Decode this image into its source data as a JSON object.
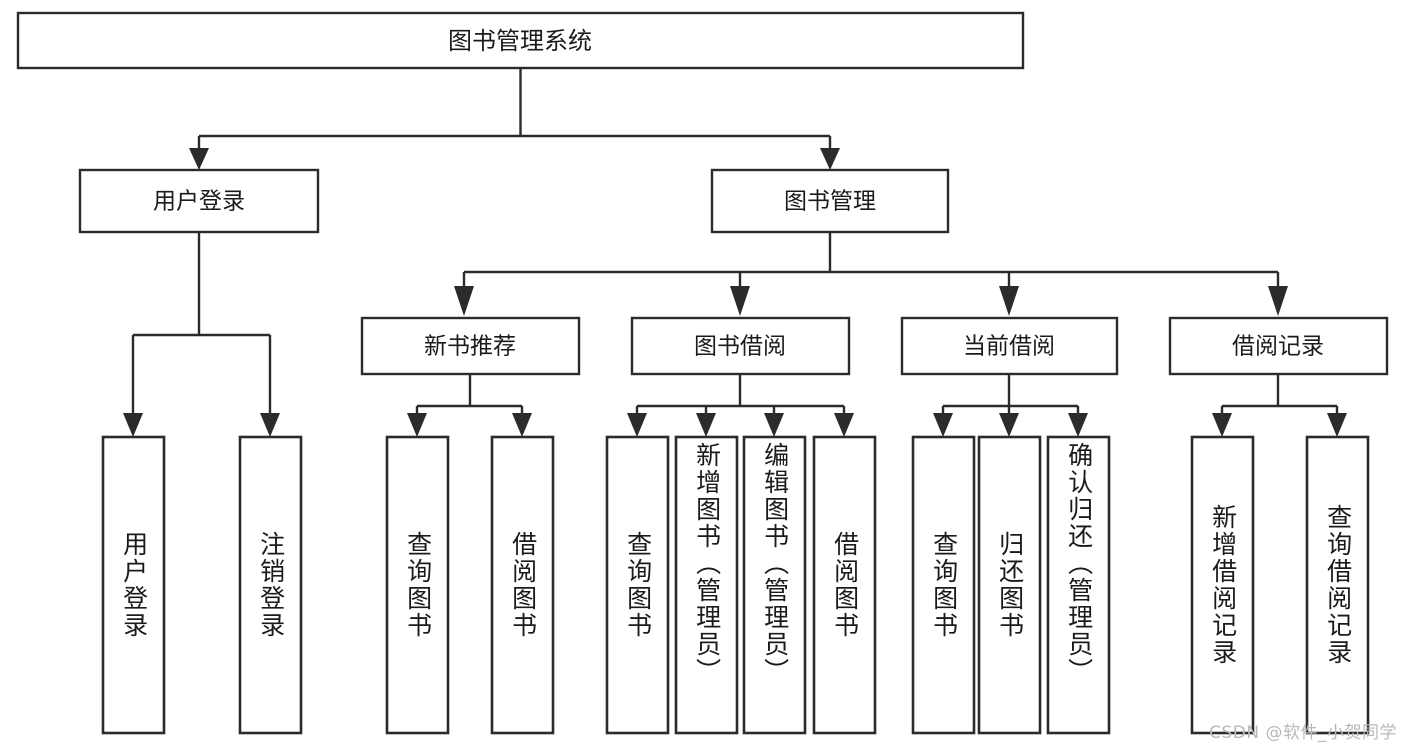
{
  "diagram": {
    "title": "图书管理系统",
    "watermark": "CSDN @软件_小贺同学",
    "colors": {
      "stroke": "#2b2b2b",
      "fill": "#ffffff",
      "text": "#1b1b1b",
      "watermark": "#b9b9b9",
      "background": "#ffffff"
    },
    "root": {
      "label": "图书管理系统"
    },
    "level2": [
      {
        "label": "用户登录"
      },
      {
        "label": "图书管理"
      }
    ],
    "level3": [
      {
        "label": "新书推荐"
      },
      {
        "label": "图书借阅"
      },
      {
        "label": "当前借阅"
      },
      {
        "label": "借阅记录"
      }
    ],
    "leaves": {
      "user_login": [
        {
          "label": "用户登录"
        },
        {
          "label": "注销登录"
        }
      ],
      "new_book_recommend": [
        {
          "label": "查询图书"
        },
        {
          "label": "借阅图书"
        }
      ],
      "book_borrow": [
        {
          "label": "查询图书"
        },
        {
          "label": "新增图书（管理员）"
        },
        {
          "label": "编辑图书（管理员）"
        },
        {
          "label": "借阅图书"
        }
      ],
      "current_borrow": [
        {
          "label": "查询图书"
        },
        {
          "label": "归还图书"
        },
        {
          "label": "确认归还（管理员）"
        }
      ],
      "borrow_records": [
        {
          "label": "新增借阅记录"
        },
        {
          "label": "查询借阅记录"
        }
      ]
    }
  }
}
